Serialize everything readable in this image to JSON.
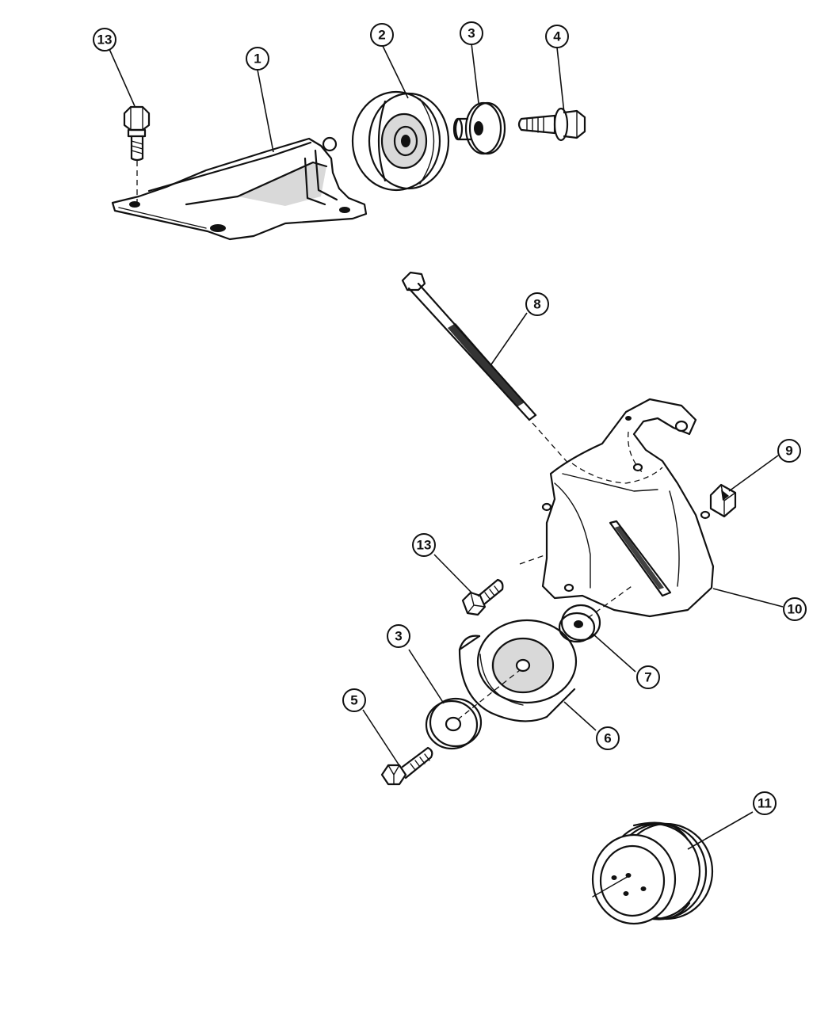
{
  "callouts": [
    {
      "id": "c13a",
      "label": "13"
    },
    {
      "id": "c1",
      "label": "1"
    },
    {
      "id": "c2",
      "label": "2"
    },
    {
      "id": "c3a",
      "label": "3"
    },
    {
      "id": "c4",
      "label": "4"
    },
    {
      "id": "c8",
      "label": "8"
    },
    {
      "id": "c9",
      "label": "9"
    },
    {
      "id": "c13b",
      "label": "13"
    },
    {
      "id": "c10",
      "label": "10"
    },
    {
      "id": "c3b",
      "label": "3"
    },
    {
      "id": "c7",
      "label": "7"
    },
    {
      "id": "c5",
      "label": "5"
    },
    {
      "id": "c6",
      "label": "6"
    },
    {
      "id": "c11",
      "label": "11"
    }
  ],
  "icons": [
    "bolt-icon",
    "bracket-icon",
    "pulley-icon",
    "washer-icon",
    "spacer-icon",
    "stud-icon",
    "nut-icon"
  ]
}
